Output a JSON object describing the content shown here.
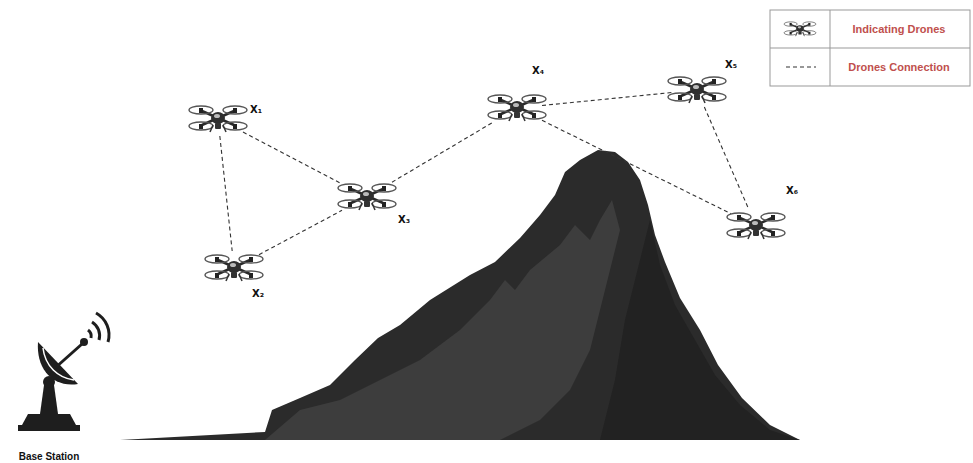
{
  "diagram": {
    "nodes": [
      {
        "text": [
          "X₁"
        ]
      },
      {
        "text": [
          "X₂"
        ]
      },
      {
        "text": [
          "X₃"
        ]
      },
      {
        "text": [
          "X₄"
        ]
      },
      {
        "text": [
          "X₅"
        ]
      },
      {
        "text": [
          "X₆"
        ]
      }
    ],
    "edges": [
      {
        "from": 0,
        "to": 1,
        "arrow": "none"
      },
      {
        "from": 0,
        "to": 2,
        "arrow": "none"
      },
      {
        "from": 1,
        "to": 2,
        "arrow": "none"
      },
      {
        "from": 2,
        "to": 3,
        "arrow": "none"
      },
      {
        "from": 3,
        "to": 4,
        "arrow": "none"
      },
      {
        "from": 3,
        "to": 5,
        "arrow": "none"
      },
      {
        "from": 4,
        "to": 5,
        "arrow": "none"
      }
    ],
    "labels": [
      "Base Station"
    ],
    "legend": [
      {
        "text": "Indicating Drones"
      },
      {
        "text": "Drones Connection"
      }
    ]
  }
}
